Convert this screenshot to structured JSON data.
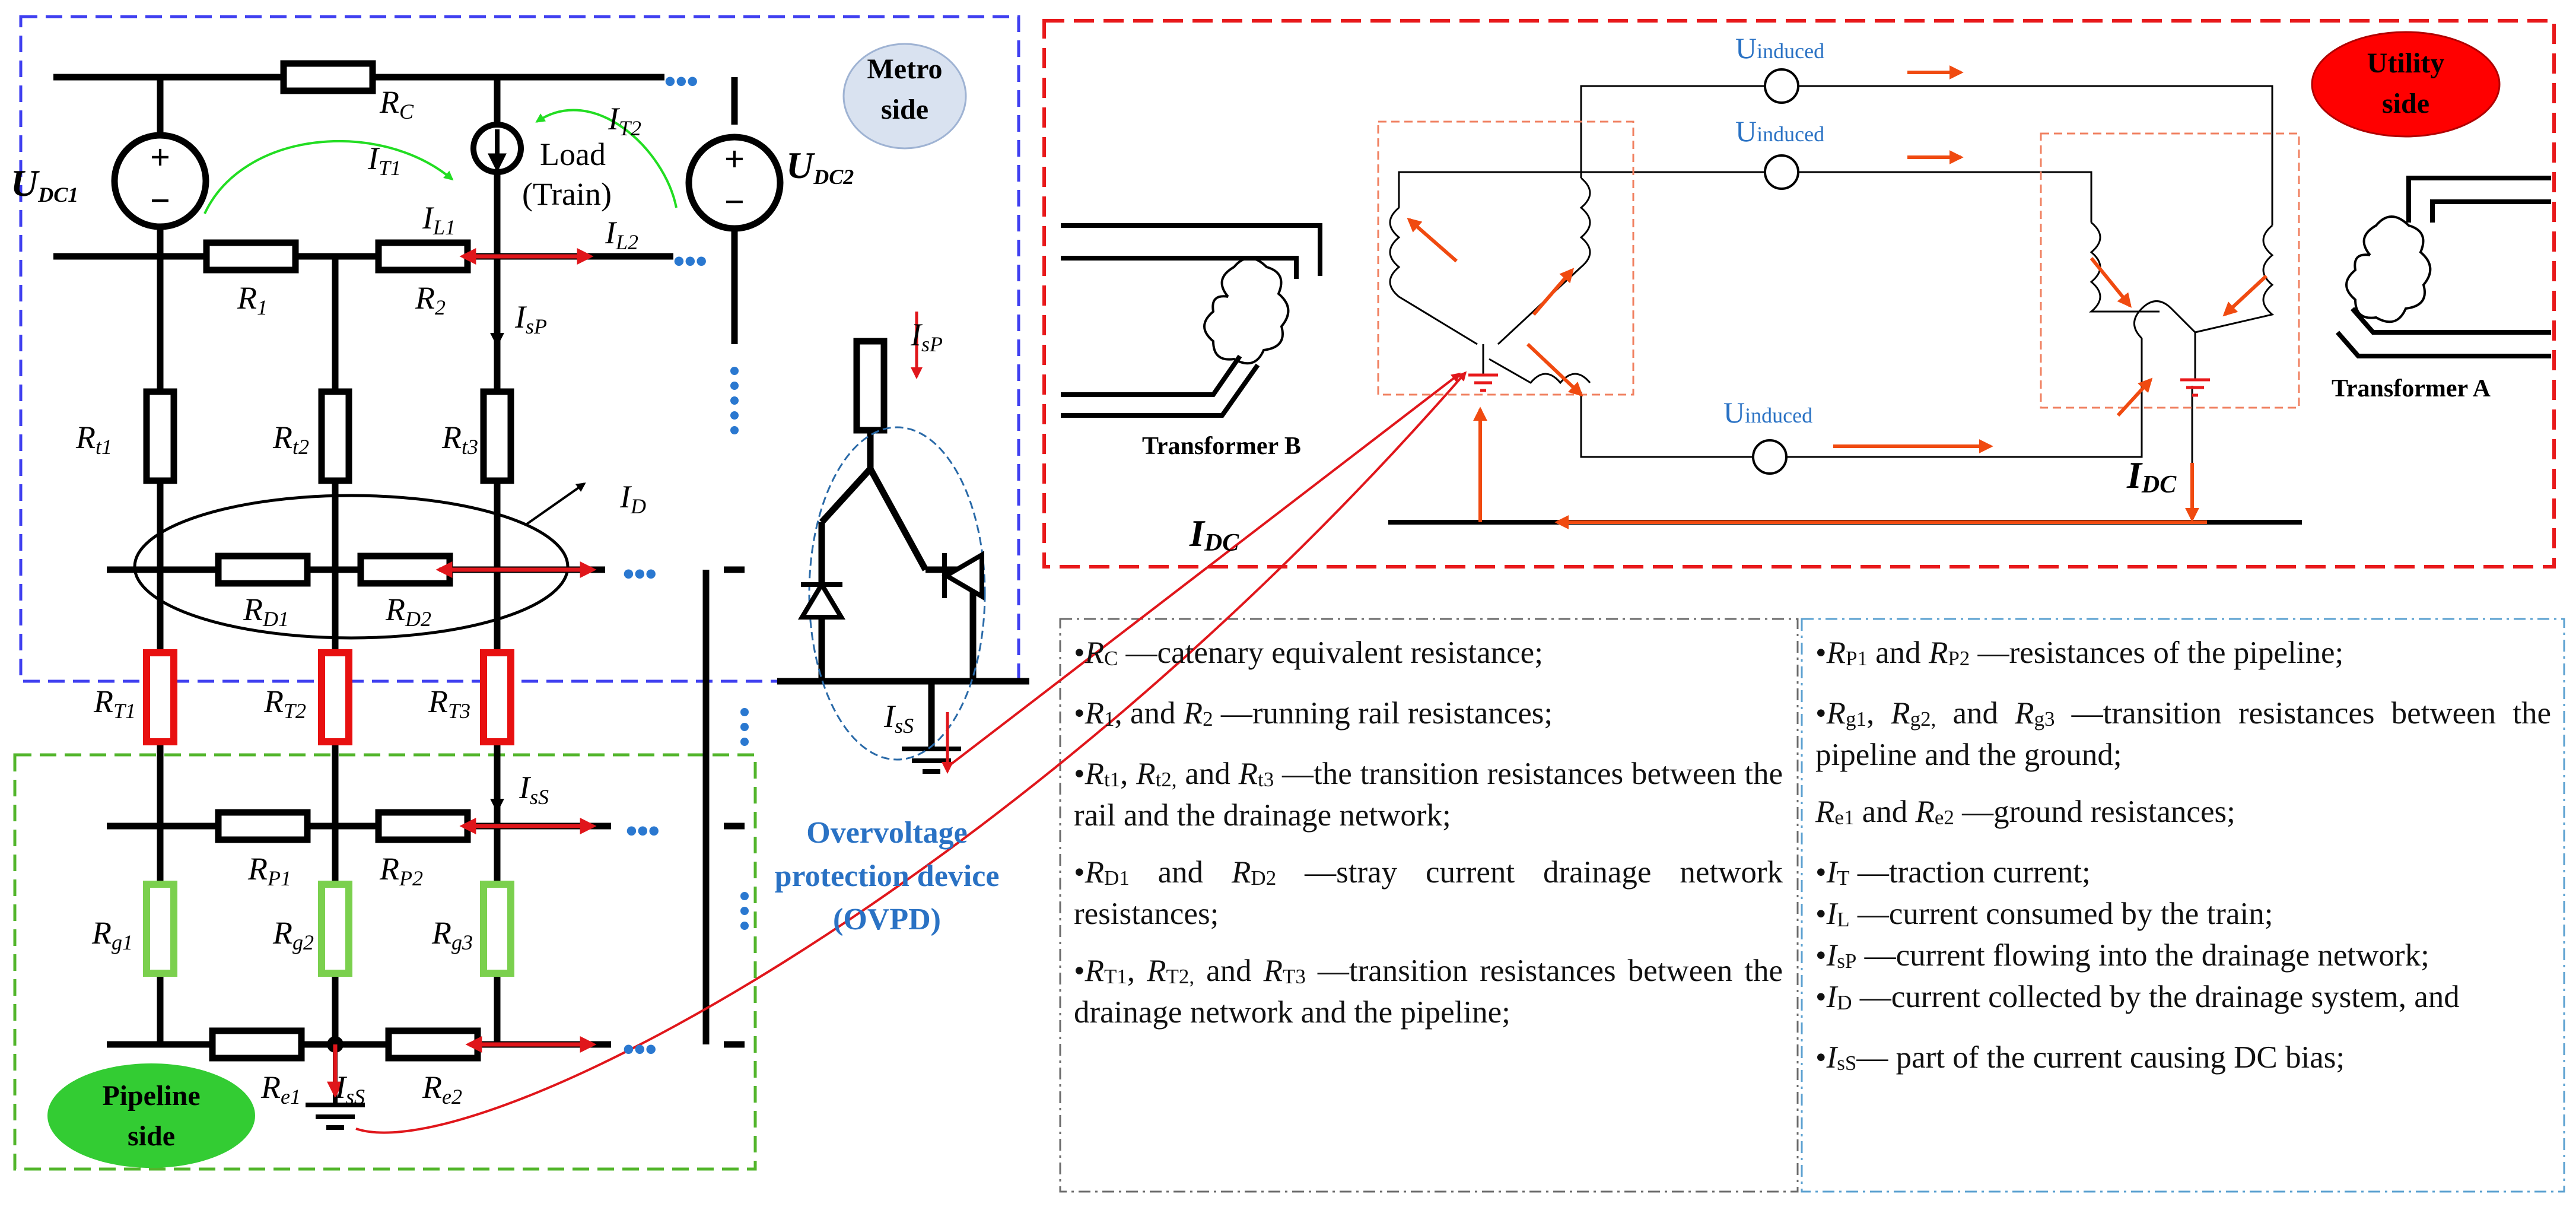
{
  "badges": {
    "metro": [
      "Metro",
      "side"
    ],
    "utility": [
      "Utility",
      "side"
    ],
    "pipeline": [
      "Pipeline",
      "side"
    ]
  },
  "ovpd": [
    "Overvoltage",
    "protection device",
    "(OVPD)"
  ],
  "transformers": {
    "a": "Transformer A",
    "b": "Transformer B"
  },
  "utility_labels": {
    "u_induced_main": "U",
    "u_induced_sub": "induced",
    "i_dc_main": "I",
    "i_dc_sub": "DC"
  },
  "circuit_labels": {
    "udc1": [
      "U",
      "DC1"
    ],
    "udc2": [
      "U",
      "DC2"
    ],
    "rc": [
      "R",
      "C"
    ],
    "it1": [
      "I",
      "T1"
    ],
    "it2": [
      "I",
      "T2"
    ],
    "load": [
      "Load",
      "(Train)"
    ],
    "il1": [
      "I",
      "L1"
    ],
    "il2": [
      "I",
      "L2"
    ],
    "r1": [
      "R",
      "1"
    ],
    "r2": [
      "R",
      "2"
    ],
    "isp": [
      "I",
      "sP"
    ],
    "rt1": [
      "R",
      "t1"
    ],
    "rt2": [
      "R",
      "t2"
    ],
    "rt3": [
      "R",
      "t3"
    ],
    "id": [
      "I",
      "D"
    ],
    "rd1": [
      "R",
      "D1"
    ],
    "rd2": [
      "R",
      "D2"
    ],
    "rT1": [
      "R",
      "T1"
    ],
    "rT2": [
      "R",
      "T2"
    ],
    "rT3": [
      "R",
      "T3"
    ],
    "iss": [
      "I",
      "sS"
    ],
    "rp1": [
      "R",
      "P1"
    ],
    "rp2": [
      "R",
      "P2"
    ],
    "rg1": [
      "R",
      "g1"
    ],
    "rg2": [
      "R",
      "g2"
    ],
    "rg3": [
      "R",
      "g3"
    ],
    "re1": [
      "R",
      "e1"
    ],
    "re2": [
      "R",
      "e2"
    ],
    "ellipsis": "•••",
    "plus": "+",
    "minus": "−"
  },
  "legend_left": [
    {
      "parts": [
        [
          "•",
          ""
        ],
        [
          "R",
          "C"
        ],
        [
          " —catenary equivalent resistance;",
          ""
        ]
      ]
    },
    {
      "parts": [
        [
          "•",
          ""
        ],
        [
          "R",
          "1"
        ],
        [
          ", and ",
          ""
        ],
        [
          "R",
          "2"
        ],
        [
          " —running rail resistances;",
          ""
        ]
      ]
    },
    {
      "parts": [
        [
          "•",
          ""
        ],
        [
          "R",
          "t1"
        ],
        [
          ", ",
          ""
        ],
        [
          "R",
          "t2,"
        ],
        [
          " and ",
          ""
        ],
        [
          "R",
          "t3"
        ],
        [
          " —the transition resistances between the rail and the drainage network;",
          ""
        ]
      ]
    },
    {
      "parts": [
        [
          "•",
          ""
        ],
        [
          "R",
          "D1"
        ],
        [
          " and ",
          ""
        ],
        [
          "R",
          "D2"
        ],
        [
          " —stray current drainage network resistances;",
          ""
        ]
      ]
    },
    {
      "parts": [
        [
          "•",
          ""
        ],
        [
          "R",
          "T1"
        ],
        [
          ", ",
          ""
        ],
        [
          "R",
          "T2,"
        ],
        [
          " and ",
          ""
        ],
        [
          "R",
          "T3"
        ],
        [
          " —transition resistances between the drainage network and the pipeline;",
          ""
        ]
      ]
    }
  ],
  "legend_right": [
    {
      "parts": [
        [
          "•",
          ""
        ],
        [
          "R",
          "P1"
        ],
        [
          " and ",
          ""
        ],
        [
          "R",
          "P2"
        ],
        [
          " —resistances of the pipeline;",
          ""
        ]
      ]
    },
    {
      "parts": [
        [
          "•",
          ""
        ],
        [
          "R",
          "g1"
        ],
        [
          ", ",
          ""
        ],
        [
          "R",
          "g2,"
        ],
        [
          " and ",
          ""
        ],
        [
          "R",
          "g3"
        ],
        [
          " —transition resistances between the pipeline and the ground;",
          ""
        ]
      ]
    },
    {
      "parts": [
        [
          "R",
          "e1"
        ],
        [
          " and ",
          ""
        ],
        [
          "R",
          "e2"
        ],
        [
          " —ground resistances;",
          ""
        ]
      ]
    },
    {
      "parts": [
        [
          "•",
          ""
        ],
        [
          "I",
          "T"
        ],
        [
          " —traction current;",
          ""
        ]
      ],
      "tight": true
    },
    {
      "parts": [
        [
          "•",
          ""
        ],
        [
          "I",
          "L"
        ],
        [
          " —current consumed by the train;",
          ""
        ]
      ],
      "tight": true
    },
    {
      "parts": [
        [
          "•",
          ""
        ],
        [
          "I",
          "sP"
        ],
        [
          " —current flowing into the drainage network;",
          ""
        ]
      ],
      "tight": true
    },
    {
      "parts": [
        [
          "•",
          ""
        ],
        [
          "I",
          "D"
        ],
        [
          " —current collected by the drainage system, and",
          ""
        ]
      ]
    },
    {
      "parts": [
        [
          "•",
          ""
        ],
        [
          "I",
          "sS"
        ],
        [
          "— part of the current causing DC bias;",
          ""
        ]
      ]
    }
  ],
  "colors": {
    "metro_border": "#3f3ff0",
    "pipeline_border": "#52b52b",
    "utility_border": "#e8191b",
    "resistor_red": "#e81010",
    "resistor_green": "#7bd04e",
    "arrow_red": "#e0161b",
    "arrow_orange": "#f04a10",
    "arrow_green": "#22dd22",
    "dots_blue": "#2a78d0",
    "badge_metro": "#d9e2f0",
    "badge_utility": "#ff0000",
    "badge_pipeline": "#33cc33",
    "ovpd_text": "#2a72c4",
    "legend_border": "#6b6b6b"
  }
}
